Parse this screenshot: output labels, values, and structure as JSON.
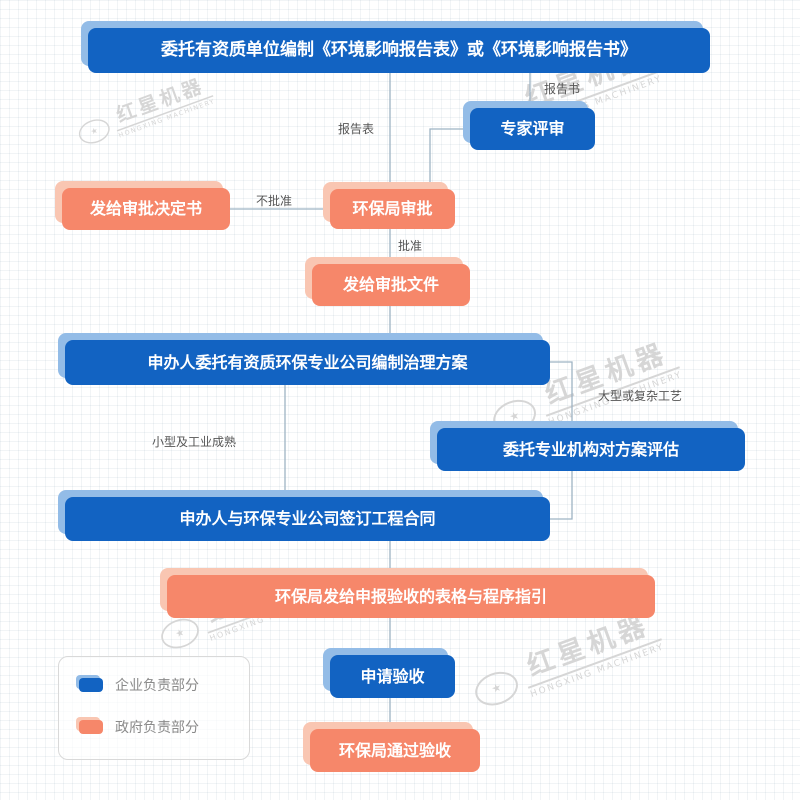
{
  "nodes": {
    "entrust_report": {
      "label": "委托有资质单位编制《环境影响报告表》或《环境影响报告书》"
    },
    "expert_review": {
      "label": "专家评审"
    },
    "epb_approval": {
      "label": "环保局审批"
    },
    "issue_decision": {
      "label": "发给审批决定书"
    },
    "issue_approval": {
      "label": "发给审批文件"
    },
    "entrust_plan": {
      "label": "申办人委托有资质环保专业公司编制治理方案"
    },
    "plan_evaluation": {
      "label": "委托专业机构对方案评估"
    },
    "sign_contract": {
      "label": "申办人与环保专业公司签订工程合同"
    },
    "acceptance_guide": {
      "label": "环保局发给申报验收的表格与程序指引"
    },
    "apply_acceptance": {
      "label": "申请验收"
    },
    "pass_acceptance": {
      "label": "环保局通过验收"
    }
  },
  "edge_labels": {
    "report_book": "报告书",
    "report_form": "报告表",
    "not_approved": "不批准",
    "approved": "批准",
    "large_complex": "大型或复杂工艺",
    "small_mature": "小型及工业成熟"
  },
  "legend": {
    "enterprise": "企业负责部分",
    "government": "政府负责部分"
  },
  "watermark": {
    "cn": "红星机器",
    "en": "HONGXING MACHINERY",
    "logo": "★"
  },
  "colors": {
    "blue": "#1263c2",
    "blue_light": "#93bce7",
    "orange": "#f6876a",
    "orange_light": "#f9c6b2",
    "line": "#9eb3c4"
  }
}
